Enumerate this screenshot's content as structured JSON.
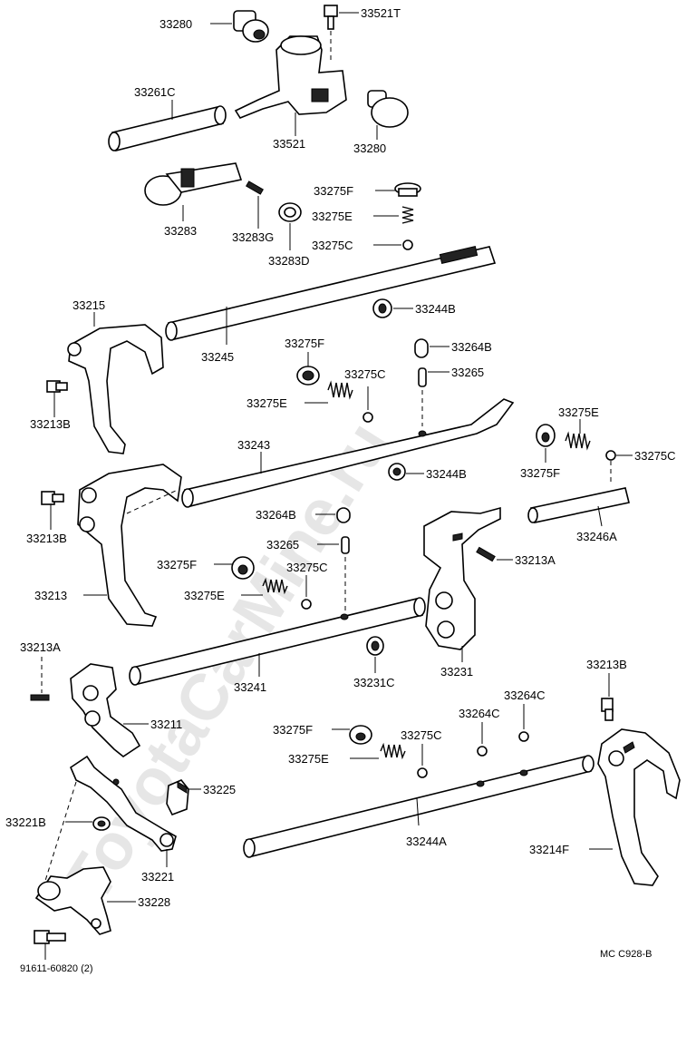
{
  "watermark": "ToyotaCarMine.ru",
  "diagram_code": "MC  C928-B",
  "labels": {
    "p33280a": "33280",
    "p33521t": "33521T",
    "p33261c": "33261C",
    "p33521": "33521",
    "p33280b": "33280",
    "p33275f_1": "33275F",
    "p33275e_1": "33275E",
    "p33275c_1": "33275C",
    "p33283": "33283",
    "p33283g": "33283G",
    "p33283d": "33283D",
    "p33215": "33215",
    "p33244b_1": "33244B",
    "p33245": "33245",
    "p33275f_2": "33275F",
    "p33264b_1": "33264B",
    "p33275c_2": "33275C",
    "p33265_1": "33265",
    "p33275e_2": "33275E",
    "p33213b_1": "33213B",
    "p33275e_3": "33275E",
    "p33243": "33243",
    "p33275c_3": "33275C",
    "p33244b_2": "33244B",
    "p33275f_3": "33275F",
    "p33213b_2": "33213B",
    "p33264b_2": "33264B",
    "p33246a": "33246A",
    "p33265_2": "33265",
    "p33213a_1": "33213A",
    "p33275f_4": "33275F",
    "p33275c_4": "33275C",
    "p33275e_4": "33275E",
    "p33213": "33213",
    "p33213a_2": "33213A",
    "p33241": "33241",
    "p33231c": "33231C",
    "p33231": "33231",
    "p33213b_3": "33213B",
    "p33264c_1": "33264C",
    "p33211": "33211",
    "p33264c_2": "33264C",
    "p33275f_5": "33275F",
    "p33275c_5": "33275C",
    "p33275e_5": "33275E",
    "p33225": "33225",
    "p33221b": "33221B",
    "p33244a": "33244A",
    "p33214f": "33214F",
    "p33221": "33221",
    "p33228": "33228",
    "p91611": "91611-60820 (2)"
  }
}
